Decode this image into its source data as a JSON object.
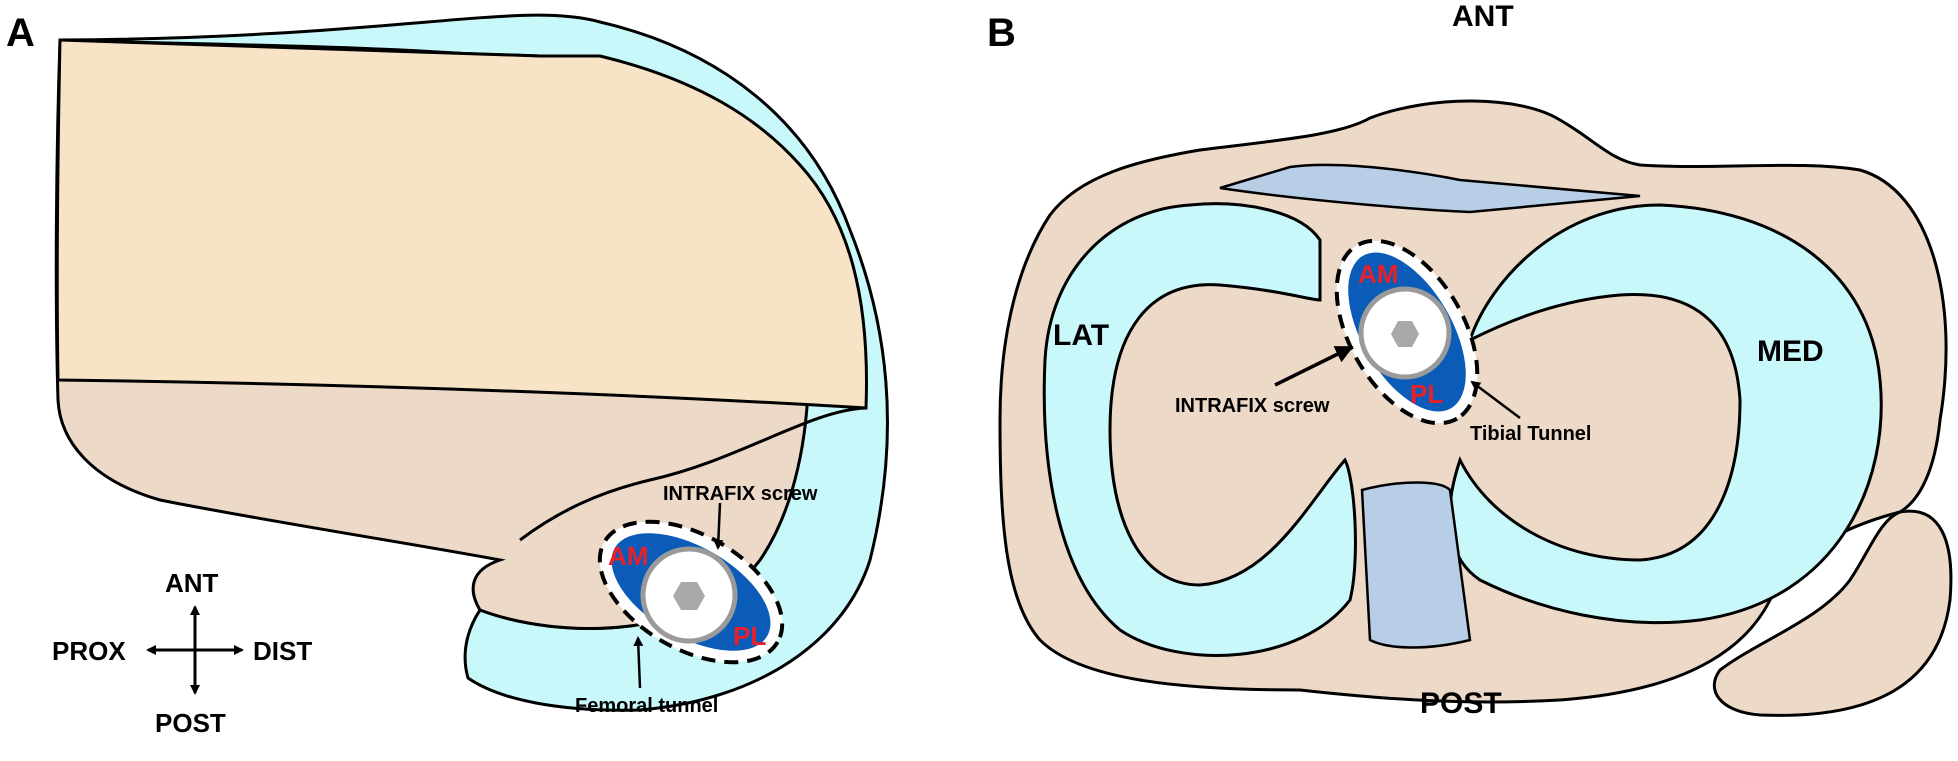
{
  "panels": {
    "a": {
      "letter": "A",
      "screw_label": "INTRAFIX screw",
      "tunnel_label": "Femoral tunnel",
      "am_label": "AM",
      "pl_label": "PL",
      "compass": {
        "up": "ANT",
        "down": "POST",
        "left": "PROX",
        "right": "DIST"
      }
    },
    "b": {
      "letter": "B",
      "top_label": "ANT",
      "bottom_label": "POST",
      "left_label": "LAT",
      "right_label": "MED",
      "screw_label": "INTRAFIX screw",
      "tunnel_label": "Tibial Tunnel",
      "am_label": "AM",
      "pl_label": "PL"
    }
  },
  "colors": {
    "bone": "#ecd9c8",
    "cartilage": "#c8f8fa",
    "femur_shaft": "#f7e3c6",
    "ligament": "#b8cde6",
    "graft_blue": "#0a5cb8",
    "label_red": "#e8202a",
    "screw_fill": "#ffffff",
    "screw_ring": "#9a9a9a",
    "screw_head": "#a9a9a9"
  }
}
